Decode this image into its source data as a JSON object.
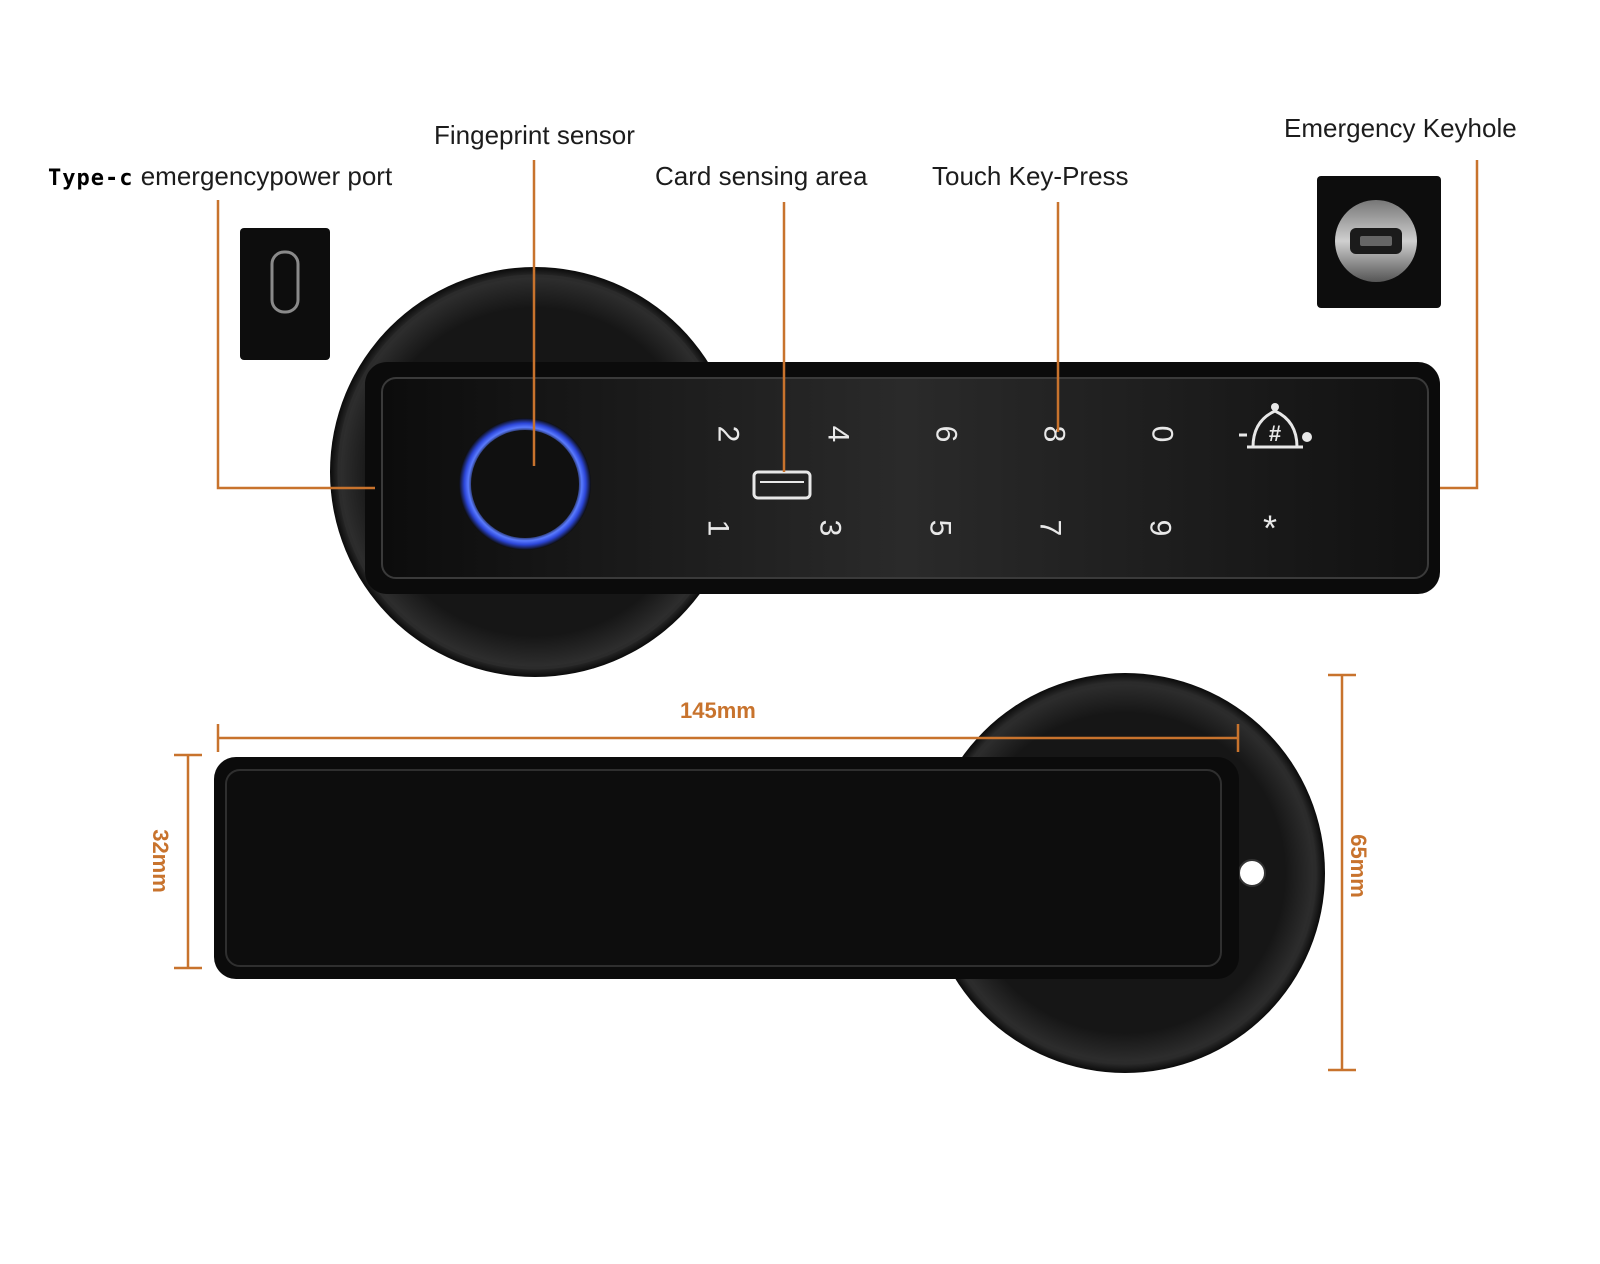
{
  "labels": {
    "type_c_prefix": "Type-c",
    "type_c_rest": "emergencypower port",
    "fingerprint": "Fingeprint sensor",
    "card_area": "Card sensing area",
    "touch_keys": "Touch Key-Press",
    "keyhole": "Emergency Keyhole"
  },
  "keypad": {
    "top_row": [
      "2",
      "4",
      "6",
      "8",
      "0"
    ],
    "bottom_row": [
      "1",
      "3",
      "5",
      "7",
      "9",
      "*"
    ],
    "bell_key": "#"
  },
  "dimensions": {
    "length": "145mm",
    "height": "32mm",
    "rose_diameter": "65mm"
  },
  "colors": {
    "leader_line": "#c8732d",
    "body": "#151515",
    "fingerprint_ring": "#3b5bff"
  },
  "icons": {
    "usb_port": "usb-c-port-icon",
    "keyhole": "keyhole-icon",
    "bell": "doorbell-icon",
    "card": "card-reader-icon"
  }
}
